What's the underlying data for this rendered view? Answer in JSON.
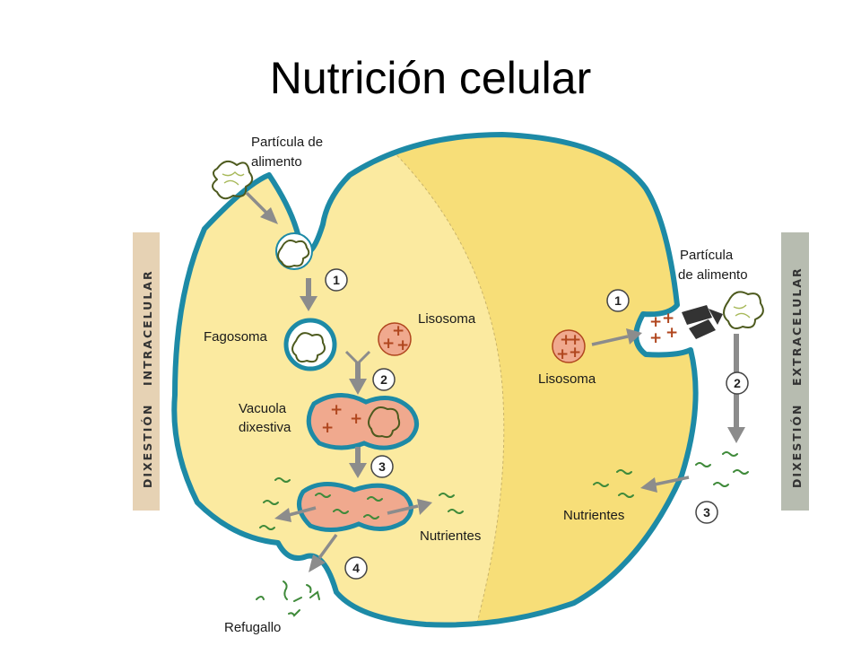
{
  "title": "Nutrición celular",
  "bands": {
    "left": [
      "DIXESTIÓN",
      "INTRACELULAR"
    ],
    "right": [
      "DIXESTIÓN",
      "EXTRACELULAR"
    ]
  },
  "labels": {
    "particula_left": [
      "Partícula de",
      "alimento"
    ],
    "fagosoma": "Fagosoma",
    "lisosoma_left": "Lisosoma",
    "vacuola": [
      "Vacuola",
      "dixestiva"
    ],
    "nutrientes_left": "Nutrientes",
    "refugallo": "Refugallo",
    "particula_right": [
      "Partícula",
      "de alimento"
    ],
    "lisosoma_right": "Lisosoma",
    "nutrientes_right": "Nutrientes"
  },
  "steps": {
    "left": [
      "1",
      "2",
      "3",
      "4"
    ],
    "right": [
      "1",
      "2",
      "3"
    ]
  },
  "colors": {
    "membrane": "#1d8aa6",
    "cytoplasm_light": "#fbeaa0",
    "cytoplasm_dark": "#f7de78",
    "vesicle": "#f0a98e",
    "band_left": "#e6d2b4",
    "band_right": "#b7bcb0",
    "arrow": "#8c8c8c"
  }
}
